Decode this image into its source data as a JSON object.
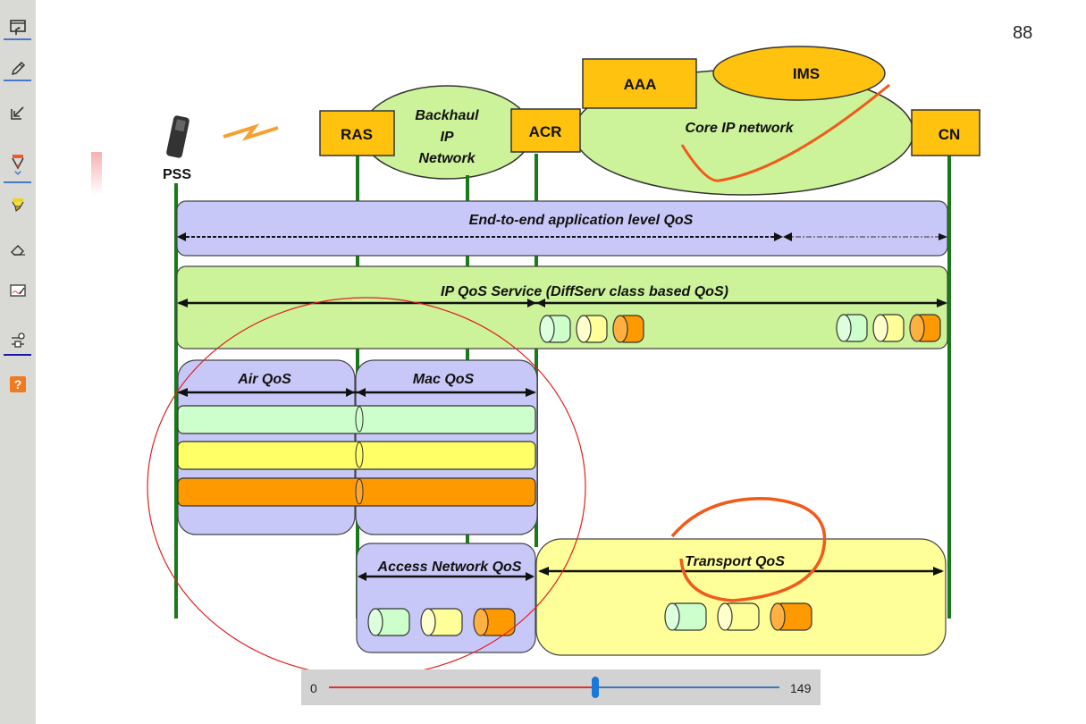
{
  "toolbar": {
    "items": [
      {
        "name": "present-icon",
        "active": true
      },
      {
        "name": "pen-icon",
        "active": true
      },
      {
        "name": "exit-icon",
        "active": false
      },
      {
        "name": "marker-red-icon",
        "active": true
      },
      {
        "name": "highlighter-yellow-icon",
        "active": false
      },
      {
        "name": "eraser-icon",
        "active": false
      },
      {
        "name": "whiteboard-icon",
        "active": false
      },
      {
        "name": "settings-sliders-icon",
        "active": true
      },
      {
        "name": "help-icon",
        "active": false
      }
    ]
  },
  "page_number": "88",
  "diagram": {
    "nodes": {
      "pss": "PSS",
      "ras": "RAS",
      "backhaul_line1": "Backhaul",
      "backhaul_line2": "IP",
      "backhaul_line3": "Network",
      "acr": "ACR",
      "aaa": "AAA",
      "ims": "IMS",
      "core": "Core IP network",
      "cn": "CN"
    },
    "bands": {
      "e2e": "End-to-end application level QoS",
      "ipqos": "IP QoS Service (DiffServ class based QoS)",
      "air": "Air QoS",
      "mac": "Mac QoS",
      "access": "Access Network QoS",
      "transport": "Transport QoS"
    },
    "colors": {
      "node_fill": "#ffc20e",
      "cloud_fill": "#ccf29a",
      "band_purple": "#c8c8f8",
      "band_green": "#ccf29a",
      "band_yellow": "#ffff99",
      "pipe_green": "#ccffcc",
      "pipe_yellow": "#ffff66",
      "pipe_orange": "#ff9900",
      "line_green": "#1a7a1a",
      "ink_orange": "#f05a1a",
      "ink_red": "#e02020"
    }
  },
  "slider": {
    "min_label": "0",
    "max_label": "149",
    "value": 88,
    "min": 0,
    "max": 149
  }
}
